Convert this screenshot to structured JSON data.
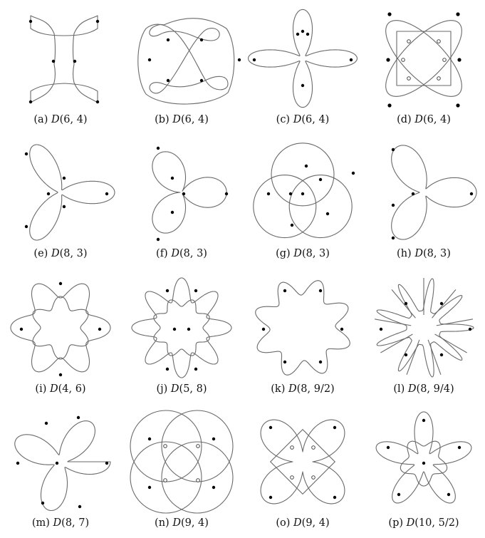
{
  "figures": [
    {
      "label": "(a)",
      "name": "D",
      "args": "(6, 4)",
      "shape": "square-petals"
    },
    {
      "label": "(b)",
      "name": "D",
      "args": "(6, 4)",
      "shape": "loop-square"
    },
    {
      "label": "(c)",
      "name": "D",
      "args": "(6, 4)",
      "shape": "cross"
    },
    {
      "label": "(d)",
      "name": "D",
      "args": "(6, 4)",
      "shape": "double-ellipse"
    },
    {
      "label": "(e)",
      "name": "D",
      "args": "(8, 3)",
      "shape": "triloop-outer"
    },
    {
      "label": "(f)",
      "name": "D",
      "args": "(8, 3)",
      "shape": "trefoil-petals"
    },
    {
      "label": "(g)",
      "name": "D",
      "args": "(8, 3)",
      "shape": "three-circles"
    },
    {
      "label": "(h)",
      "name": "D",
      "args": "(8, 3)",
      "shape": "trefoil"
    },
    {
      "label": "(i)",
      "name": "D",
      "args": "(4, 6)",
      "shape": "ring-6"
    },
    {
      "label": "(j)",
      "name": "D",
      "args": "(5, 8)",
      "shape": "ring-8"
    },
    {
      "label": "(k)",
      "name": "D",
      "args": "(8, 9/2)",
      "shape": "star-concave"
    },
    {
      "label": "(l)",
      "name": "D",
      "args": "(8, 9/4)",
      "shape": "star-spiky"
    },
    {
      "label": "(m)",
      "name": "D",
      "args": "(8, 7)",
      "shape": "rosette-7"
    },
    {
      "label": "(n)",
      "name": "D",
      "args": "(9, 4)",
      "shape": "circles-square"
    },
    {
      "label": "(o)",
      "name": "D",
      "args": "(9, 4)",
      "shape": "four-lobes"
    },
    {
      "label": "(p)",
      "name": "D",
      "args": "(10, 5/2)",
      "shape": "pentagram-loops"
    }
  ]
}
